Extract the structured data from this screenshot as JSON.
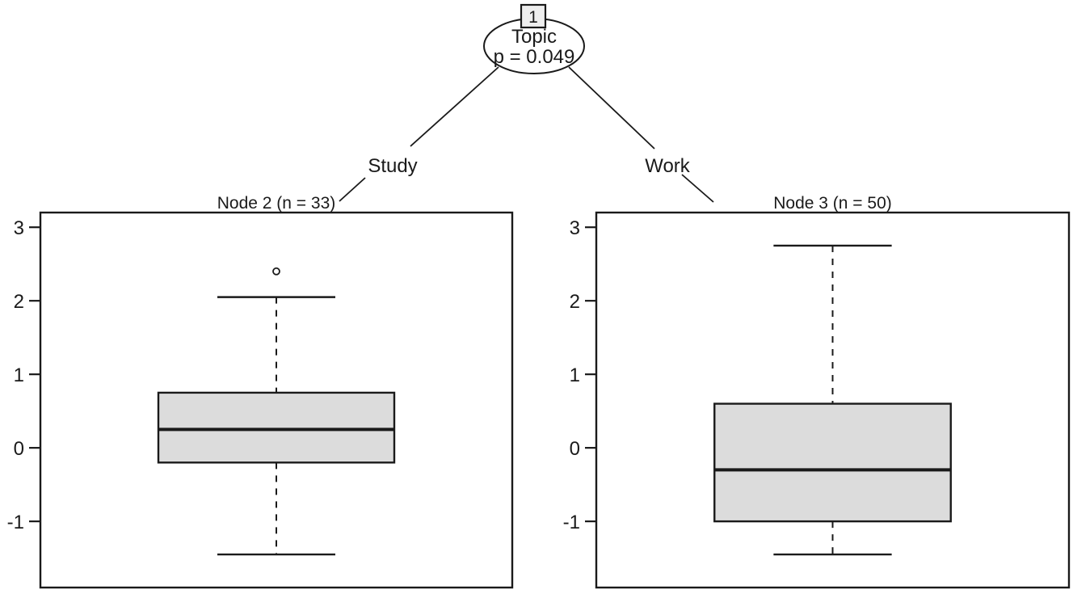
{
  "figure": {
    "background": "#ffffff",
    "ink_color": "#1a1a1a",
    "box_fill": "#dcdcdc"
  },
  "tree": {
    "root": {
      "id": "1",
      "variable": "Topic",
      "p_label": "p = 0.049"
    },
    "branches": [
      {
        "label": "Study"
      },
      {
        "label": "Work"
      }
    ]
  },
  "chart_data": [
    {
      "type": "boxplot",
      "title": "Node 2 (n = 33)",
      "n": 33,
      "branch_label": "Study",
      "ylim": [
        -1.9,
        3.2
      ],
      "yticks": [
        3,
        2,
        1,
        0,
        -1
      ],
      "grid": false,
      "stats": {
        "lower_whisker": -1.45,
        "q1": -0.2,
        "median": 0.25,
        "q3": 0.75,
        "upper_whisker": 2.05,
        "outliers": [
          2.4
        ]
      }
    },
    {
      "type": "boxplot",
      "title": "Node 3 (n = 50)",
      "n": 50,
      "branch_label": "Work",
      "ylim": [
        -1.9,
        3.2
      ],
      "yticks": [
        3,
        2,
        1,
        0,
        -1
      ],
      "grid": false,
      "stats": {
        "lower_whisker": -1.45,
        "q1": -1.0,
        "median": -0.3,
        "q3": 0.6,
        "upper_whisker": 2.75,
        "outliers": []
      }
    }
  ]
}
